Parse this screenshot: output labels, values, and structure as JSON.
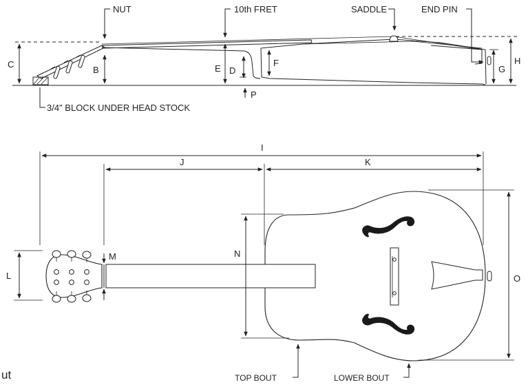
{
  "side_view": {
    "callouts": {
      "nut": "NUT",
      "tenth_fret": "10th FRET",
      "saddle": "SADDLE",
      "end_pin": "END PIN",
      "block": "3/4\" BLOCK UNDER HEAD STOCK"
    },
    "dims": {
      "b": "B",
      "c": "C",
      "d": "D",
      "e": "E",
      "f": "F",
      "g": "G",
      "h": "H",
      "p": "P"
    }
  },
  "top_view": {
    "dims": {
      "i": "I",
      "j": "J",
      "k": "K",
      "l": "L",
      "m": "M",
      "n": "N",
      "o": "O"
    },
    "callouts": {
      "top_bout": "TOP BOUT",
      "lower_bout": "LOWER BOUT"
    }
  },
  "fragment_text": "ut"
}
